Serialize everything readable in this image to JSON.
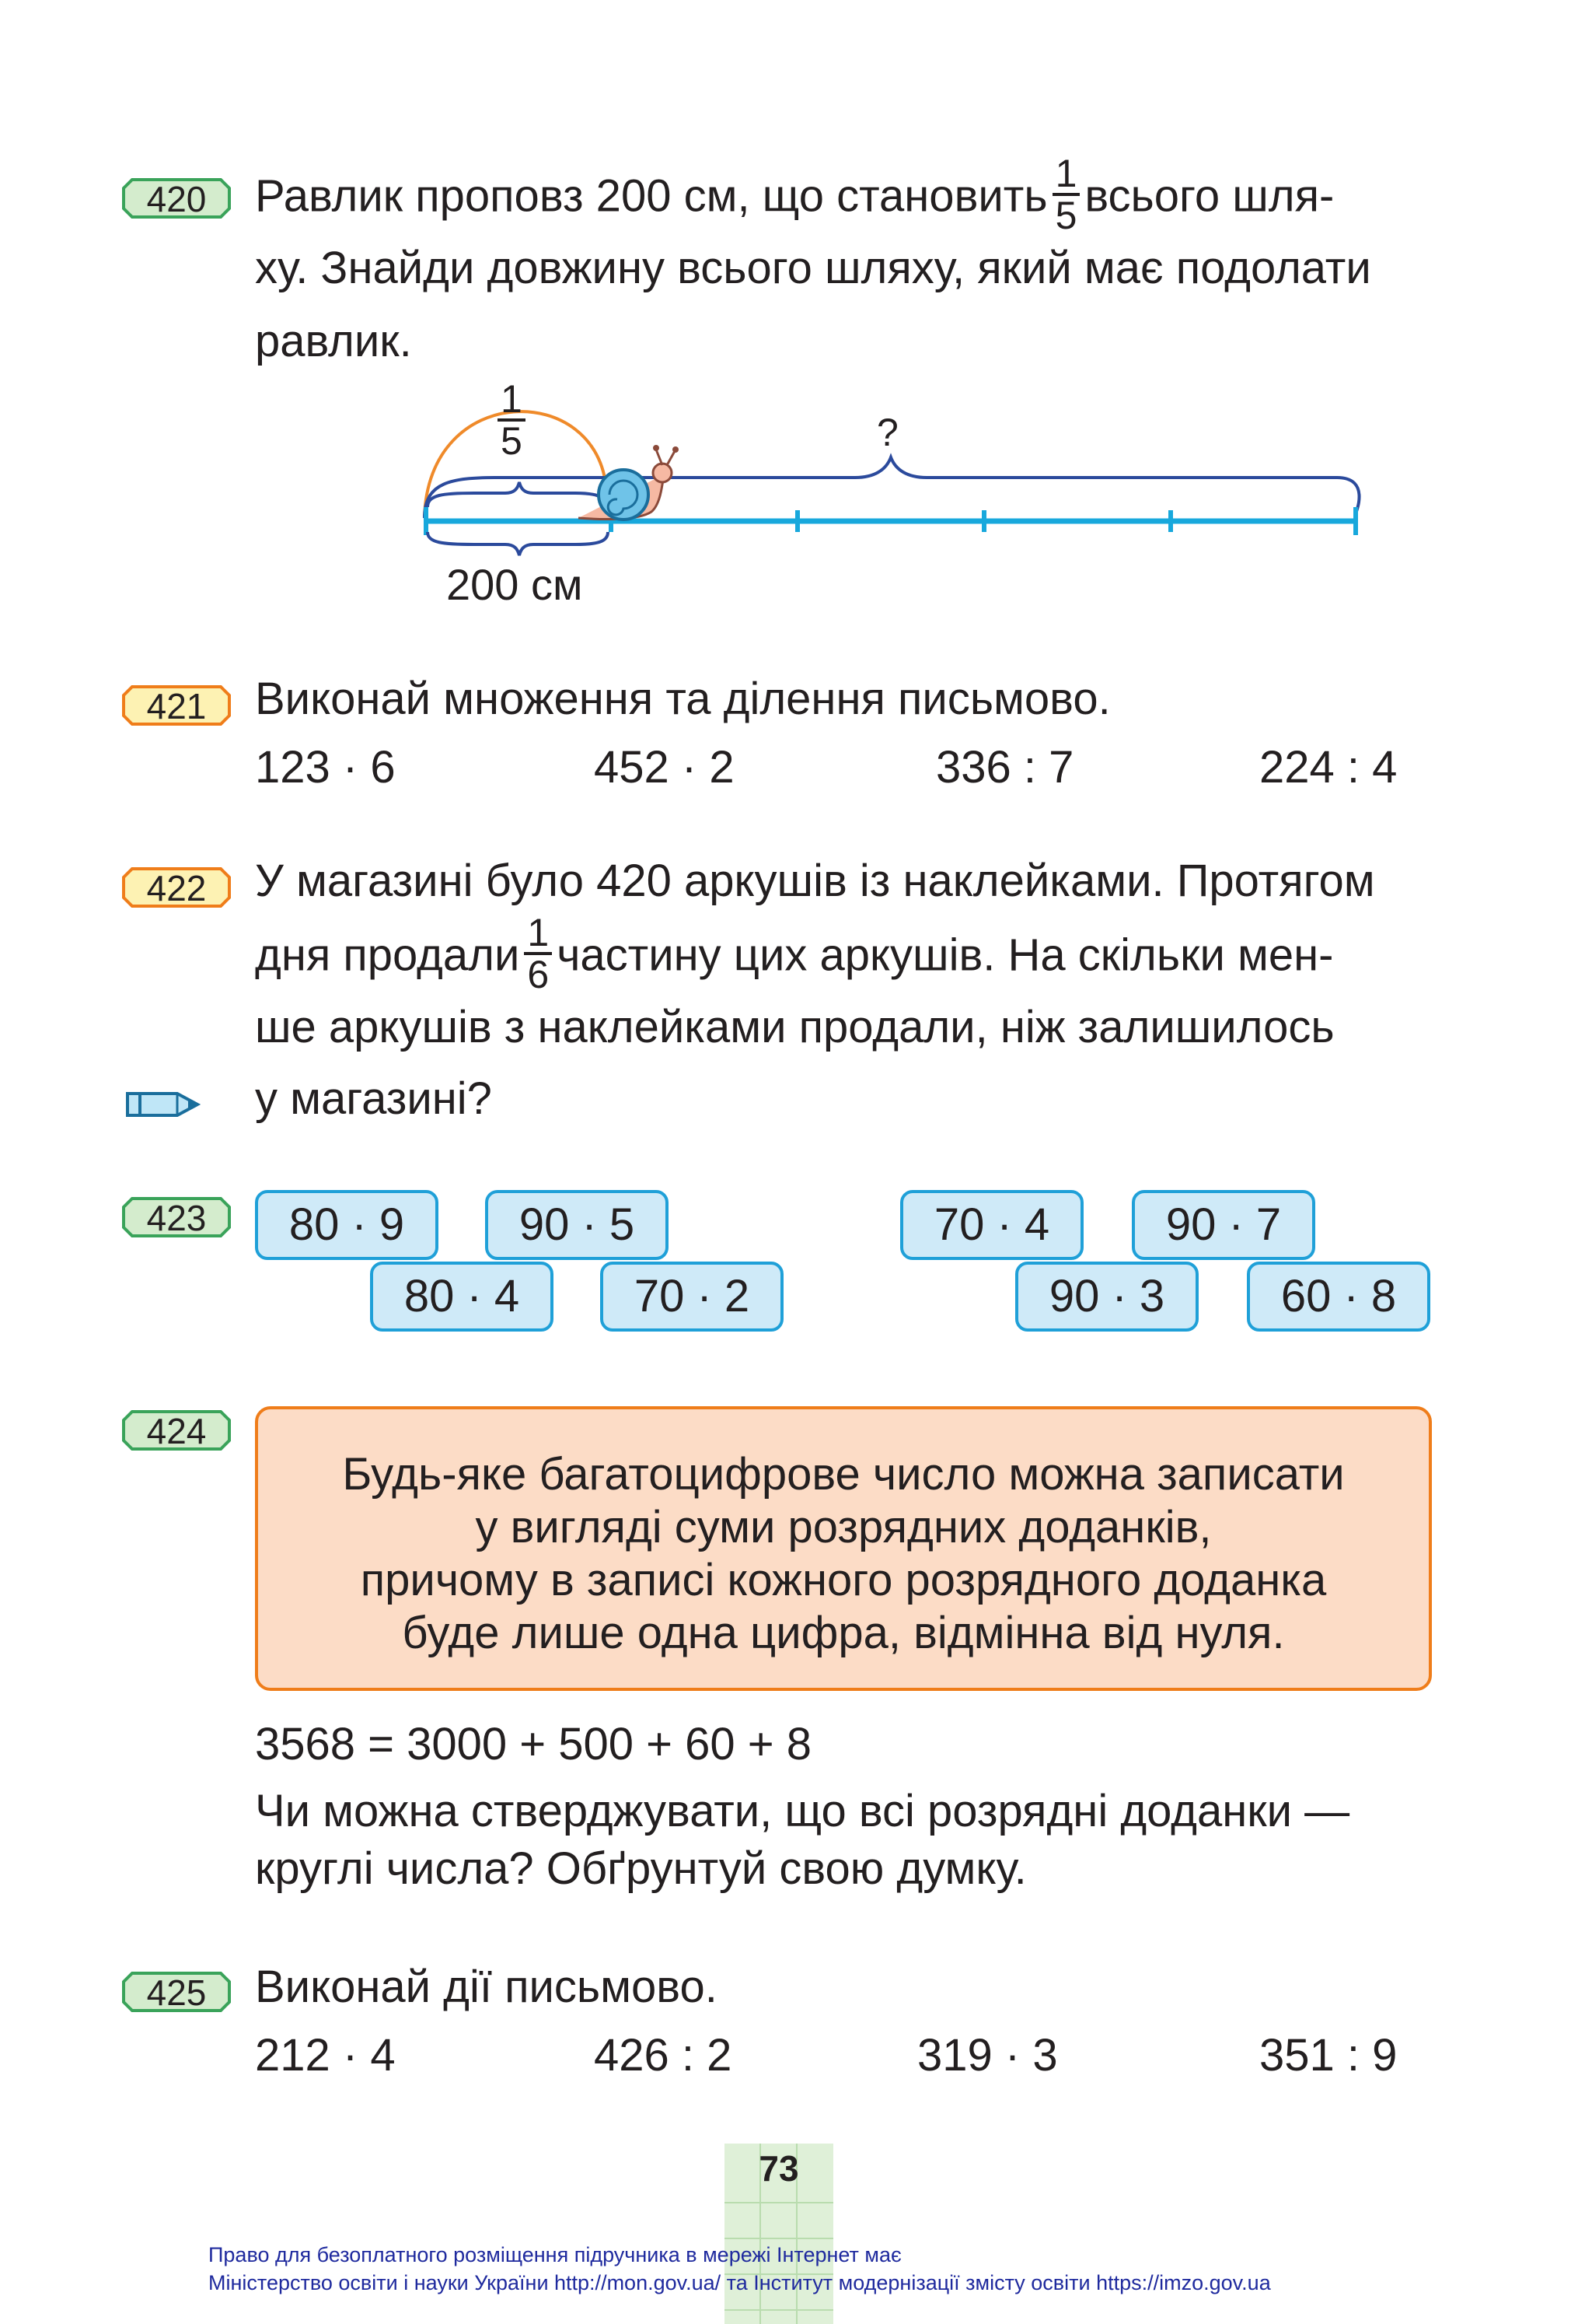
{
  "tasks": {
    "t420": {
      "number": "420",
      "line1_a": "Равлик проповз 200 см, що становить",
      "frac_num": "1",
      "frac_den": "5",
      "line1_b": "всього шля-",
      "line2": "ху. Знайди довжину всього шляху, який має подолати",
      "line3": "равлик.",
      "diagram": {
        "frac_num": "1",
        "frac_den": "5",
        "question": "?",
        "segment_label": "200 см"
      }
    },
    "t421": {
      "number": "421",
      "title": "Виконай множення та ділення письмово.",
      "expressions": [
        "123 · 6",
        "452 · 2",
        "336 : 7",
        "224 : 4"
      ]
    },
    "t422": {
      "number": "422",
      "line1": "У магазині було 420 аркушів із наклейками. Протягом",
      "line2_a": "дня продали",
      "frac_num": "1",
      "frac_den": "6",
      "line2_b": "частину цих аркушів. На скільки мен-",
      "line3": "ше аркушів з наклейками продали, ніж залишилось",
      "line4": "у магазині?"
    },
    "t423": {
      "number": "423",
      "boxes": [
        "80 · 9",
        "90 · 5",
        "80 · 4",
        "70 · 2",
        "70 · 4",
        "90 · 7",
        "90 · 3",
        "60 · 8"
      ]
    },
    "t424": {
      "number": "424",
      "rule_lines": [
        "Будь-яке багатоцифрове число можна записати",
        "у вигляді суми розрядних доданків,",
        "причому в записі кожного розрядного доданка",
        "буде лише одна цифра, відмінна від нуля."
      ],
      "example": "3568 = 3000 + 500 + 60 + 8",
      "question_line1": "Чи можна стверджувати, що всі розрядні доданки —",
      "question_line2": "круглі числа? Обґрунтуй свою думку."
    },
    "t425": {
      "number": "425",
      "title": "Виконай дії письмово.",
      "expressions": [
        "212 · 4",
        "426 : 2",
        "319 · 3",
        "351 : 9"
      ]
    }
  },
  "page_number": "73",
  "footer": {
    "line1": "Право для безоплатного розміщення підручника в мережі Інтернет має",
    "line2": "Міністерство освіти і науки України http://mon.gov.ua/ та Інститут модернізації змісту освіти https://imzo.gov.ua"
  },
  "icons": {
    "pencil": "pencil-icon",
    "snail": "snail-icon"
  },
  "colors": {
    "badge_green_fill": "#d4eccd",
    "badge_green_stroke": "#3aa35a",
    "badge_yellow_fill": "#fdf2b3",
    "badge_orange_stroke": "#ef7d1a",
    "box_blue_fill": "#cfeaf8",
    "box_blue_stroke": "#1fa0d8",
    "rule_fill": "#fcdcc6",
    "rule_stroke": "#ef7d1a",
    "footer_text": "#1f2a9e"
  }
}
